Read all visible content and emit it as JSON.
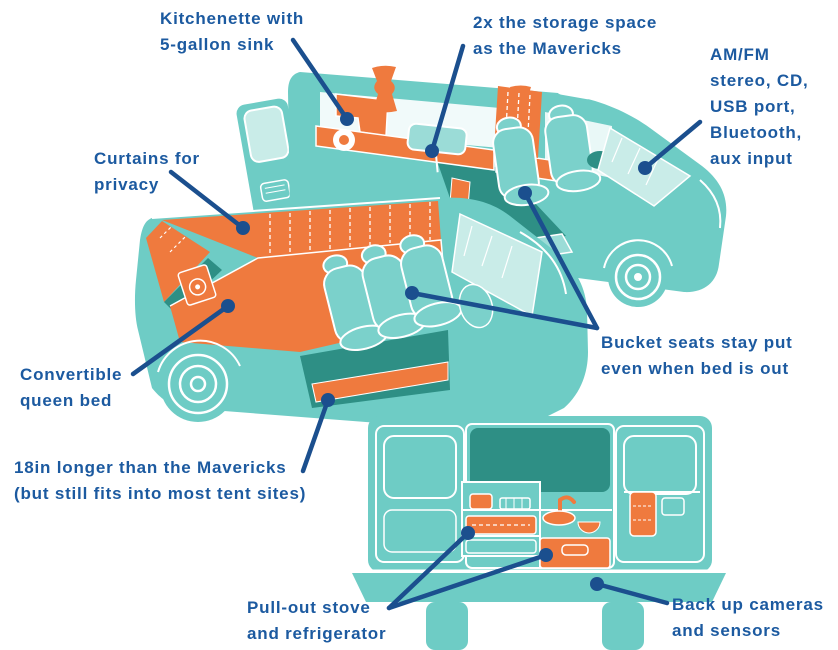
{
  "title": "Camper van features infographic",
  "colors": {
    "body_teal": "#6ECCC5",
    "light_teal": "#9BDCD7",
    "tint_teal": "#C9ECE8",
    "dark_teal": "#2E8F85",
    "accent_orange": "#EF7A3E",
    "callout_navy": "#1B4F8E",
    "label_text": "#1C5AA0",
    "background": "#FFFFFF"
  },
  "labels": {
    "kitchenette": {
      "lines": [
        "Kitchenette with",
        "5-gallon sink"
      ]
    },
    "storage": {
      "lines": [
        "2x the storage space",
        "as the Mavericks"
      ]
    },
    "stereo": {
      "lines": [
        "AM/FM",
        "stereo, CD,",
        "USB port,",
        "Bluetooth,",
        "aux input"
      ]
    },
    "curtains": {
      "lines": [
        "Curtains for",
        "privacy"
      ]
    },
    "bed": {
      "lines": [
        "Convertible",
        "queen bed"
      ]
    },
    "bucket_seats": {
      "lines": [
        "Bucket seats stay put",
        "even when bed is out"
      ]
    },
    "length": {
      "lines": [
        "18in longer than the Mavericks",
        "(but still fits into most tent sites)"
      ]
    },
    "stove": {
      "lines": [
        "Pull-out stove",
        "and refrigerator"
      ]
    },
    "cameras": {
      "lines": [
        "Back up cameras",
        "and sensors"
      ]
    }
  }
}
